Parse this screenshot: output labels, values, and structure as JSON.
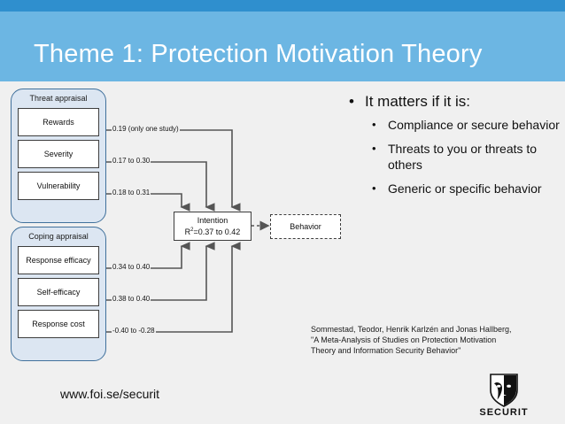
{
  "header": {
    "title": "Theme 1: Protection Motivation Theory",
    "strip_color": "#2f8fce",
    "bar_color": "#6cb6e3",
    "title_color": "#ffffff"
  },
  "diagram": {
    "groups": [
      {
        "label": "Threat appraisal",
        "nodes": [
          {
            "label": "Rewards",
            "edge_label": "0.19 (only one study)"
          },
          {
            "label": "Severity",
            "edge_label": "0.17 to 0.30"
          },
          {
            "label": "Vulnerability",
            "edge_label": "0.18 to 0.31"
          }
        ]
      },
      {
        "label": "Coping appraisal",
        "nodes": [
          {
            "label": "Response efficacy",
            "edge_label": "0.34 to 0.40"
          },
          {
            "label": "Self-efficacy",
            "edge_label": "0.38 to 0.40"
          },
          {
            "label": "Response cost",
            "edge_label": "-0.40 to -0.28"
          }
        ]
      }
    ],
    "intention": {
      "line1": "Intention",
      "line2_prefix": "R",
      "line2_sup": "2",
      "line2_suffix": "=0.37 to 0.42"
    },
    "behavior": {
      "label": "Behavior"
    },
    "group_fill": "#dce6f2",
    "group_stroke": "#41719c",
    "node_fill": "#ffffff",
    "node_stroke": "#3d3d3d"
  },
  "bullets": {
    "level1": "It matters if it is:",
    "level2": [
      "Compliance or secure behavior",
      "Threats to you or threats to others",
      "Generic or specific behavior"
    ],
    "marker": "•"
  },
  "citation": {
    "line1": "Sommestad, Teodor, Henrik Karlzén and Jonas Hallberg,",
    "line2": "\"A Meta-Analysis of Studies on Protection Motivation",
    "line3": "Theory and Information Security Behavior\""
  },
  "footer": {
    "url": "www.foi.se/securit",
    "logo_text": "SECURIT"
  }
}
